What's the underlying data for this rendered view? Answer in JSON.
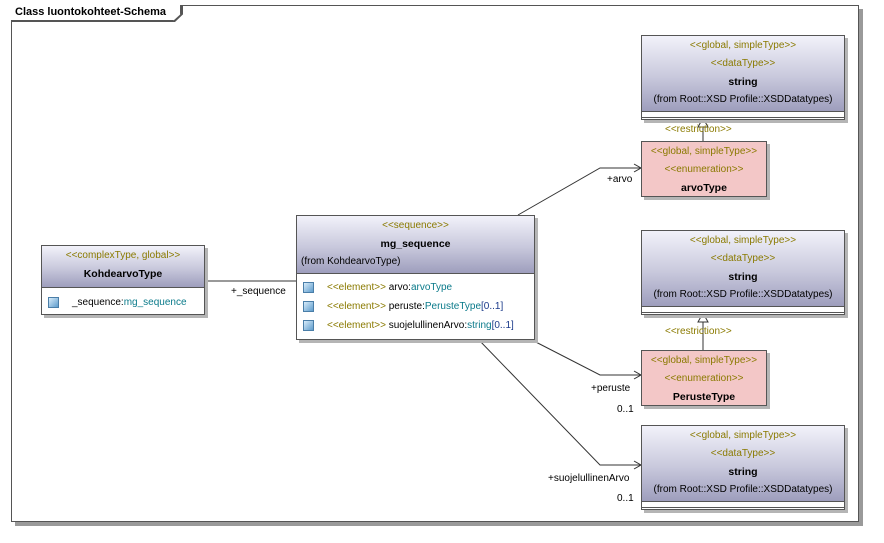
{
  "diagram": {
    "title": "Class luontokohteet-Schema"
  },
  "classes": {
    "kohdearvo": {
      "stereotype": "<<complexType, global>>",
      "name": "KohdearvoType",
      "attributes": [
        {
          "name": "_sequence:",
          "type": "mg_sequence"
        }
      ]
    },
    "mg_sequence": {
      "stereotype": "<<sequence>>",
      "name": "mg_sequence",
      "from": "(from KohdearvoType)",
      "attributes": [
        {
          "stereotype": "<<element>>",
          "name": " arvo:",
          "type": "arvoType",
          "mult": ""
        },
        {
          "stereotype": "<<element>>",
          "name": " peruste:",
          "type": "PerusteType",
          "mult": "[0..1]"
        },
        {
          "stereotype": "<<element>>",
          "name": " suojelullinenArvo:",
          "type": "string",
          "mult": "[0..1]"
        }
      ]
    },
    "string1": {
      "stereotype1": "<<global, simpleType>>",
      "stereotype2": "<<dataType>>",
      "name": "string",
      "from": "(from Root::XSD Profile::XSDDatatypes)"
    },
    "arvoType": {
      "stereotype1": "<<global, simpleType>>",
      "stereotype2": "<<enumeration>>",
      "name": "arvoType"
    },
    "string2": {
      "stereotype1": "<<global, simpleType>>",
      "stereotype2": "<<dataType>>",
      "name": "string",
      "from": "(from Root::XSD Profile::XSDDatatypes)"
    },
    "perusteType": {
      "stereotype1": "<<global, simpleType>>",
      "stereotype2": "<<enumeration>>",
      "name": "PerusteType"
    },
    "string3": {
      "stereotype1": "<<global, simpleType>>",
      "stereotype2": "<<dataType>>",
      "name": "string",
      "from": "(from Root::XSD Profile::XSDDatatypes)"
    }
  },
  "connectors": {
    "sequence_role": "+_sequence",
    "arvo_role": "+arvo",
    "peruste_role": "+peruste",
    "peruste_mult": "0..1",
    "suojelullinen_role": "+suojelullinenArvo",
    "suojelullinen_mult": "0..1",
    "restriction1": "<<restriction>>",
    "restriction2": "<<restriction>>"
  },
  "colors": {
    "stereotype": "#8a7a00",
    "type_link": "#0a7a8a",
    "class_header": "#c8c8dc",
    "enum_header": "#f3c7c7"
  }
}
